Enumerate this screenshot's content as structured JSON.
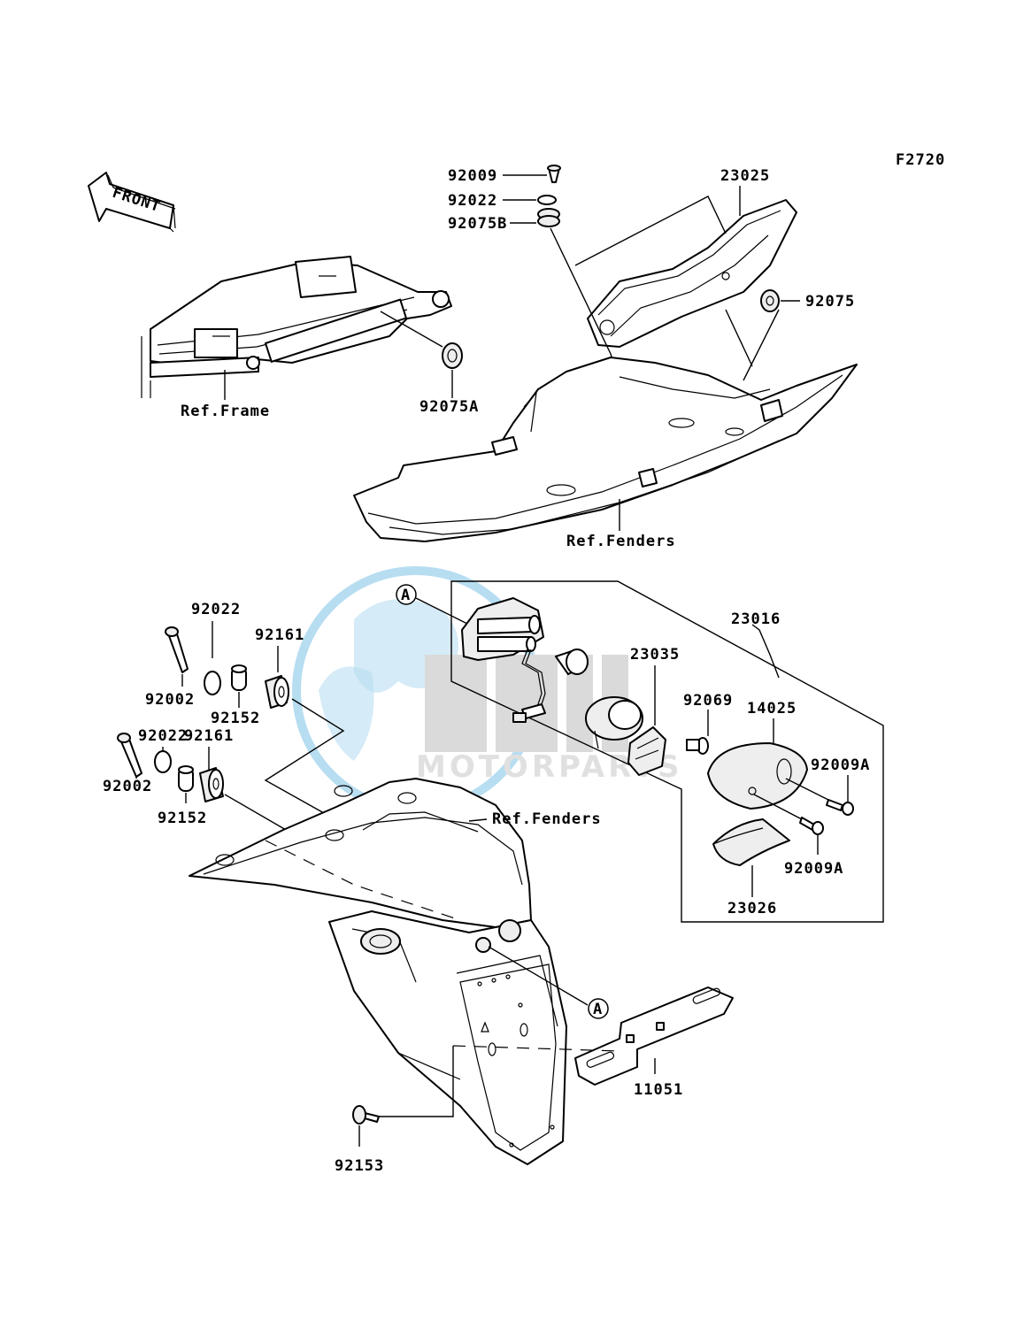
{
  "diagram_code": "F2720",
  "front_label": "FRONT",
  "watermark": {
    "logo_text": "MOTORPARTS",
    "brand_color": "#7ec3e6",
    "text_color": "#c8c8c8"
  },
  "callouts": {
    "a_top": "A",
    "a_bottom": "A"
  },
  "labels": {
    "p92009": "92009",
    "p92022_top": "92022",
    "p92075B": "92075B",
    "p23025": "23025",
    "p92075": "92075",
    "p92075A": "92075A",
    "ref_frame": "Ref.Frame",
    "ref_fenders_top": "Ref.Fenders",
    "p23016": "23016",
    "p23035": "23035",
    "p92069": "92069",
    "p14025": "14025",
    "p92009A_right": "92009A",
    "p92009A_bottom": "92009A",
    "p23026": "23026",
    "p92022_a": "92022",
    "p92002_a": "92002",
    "p92161_a": "92161",
    "p92152_a": "92152",
    "p92022_b": "92022",
    "p92161_b": "92161",
    "p92002_b": "92002",
    "p92152_b": "92152",
    "ref_fenders_bottom": "Ref.Fenders",
    "p11051": "11051",
    "p92153": "92153"
  }
}
